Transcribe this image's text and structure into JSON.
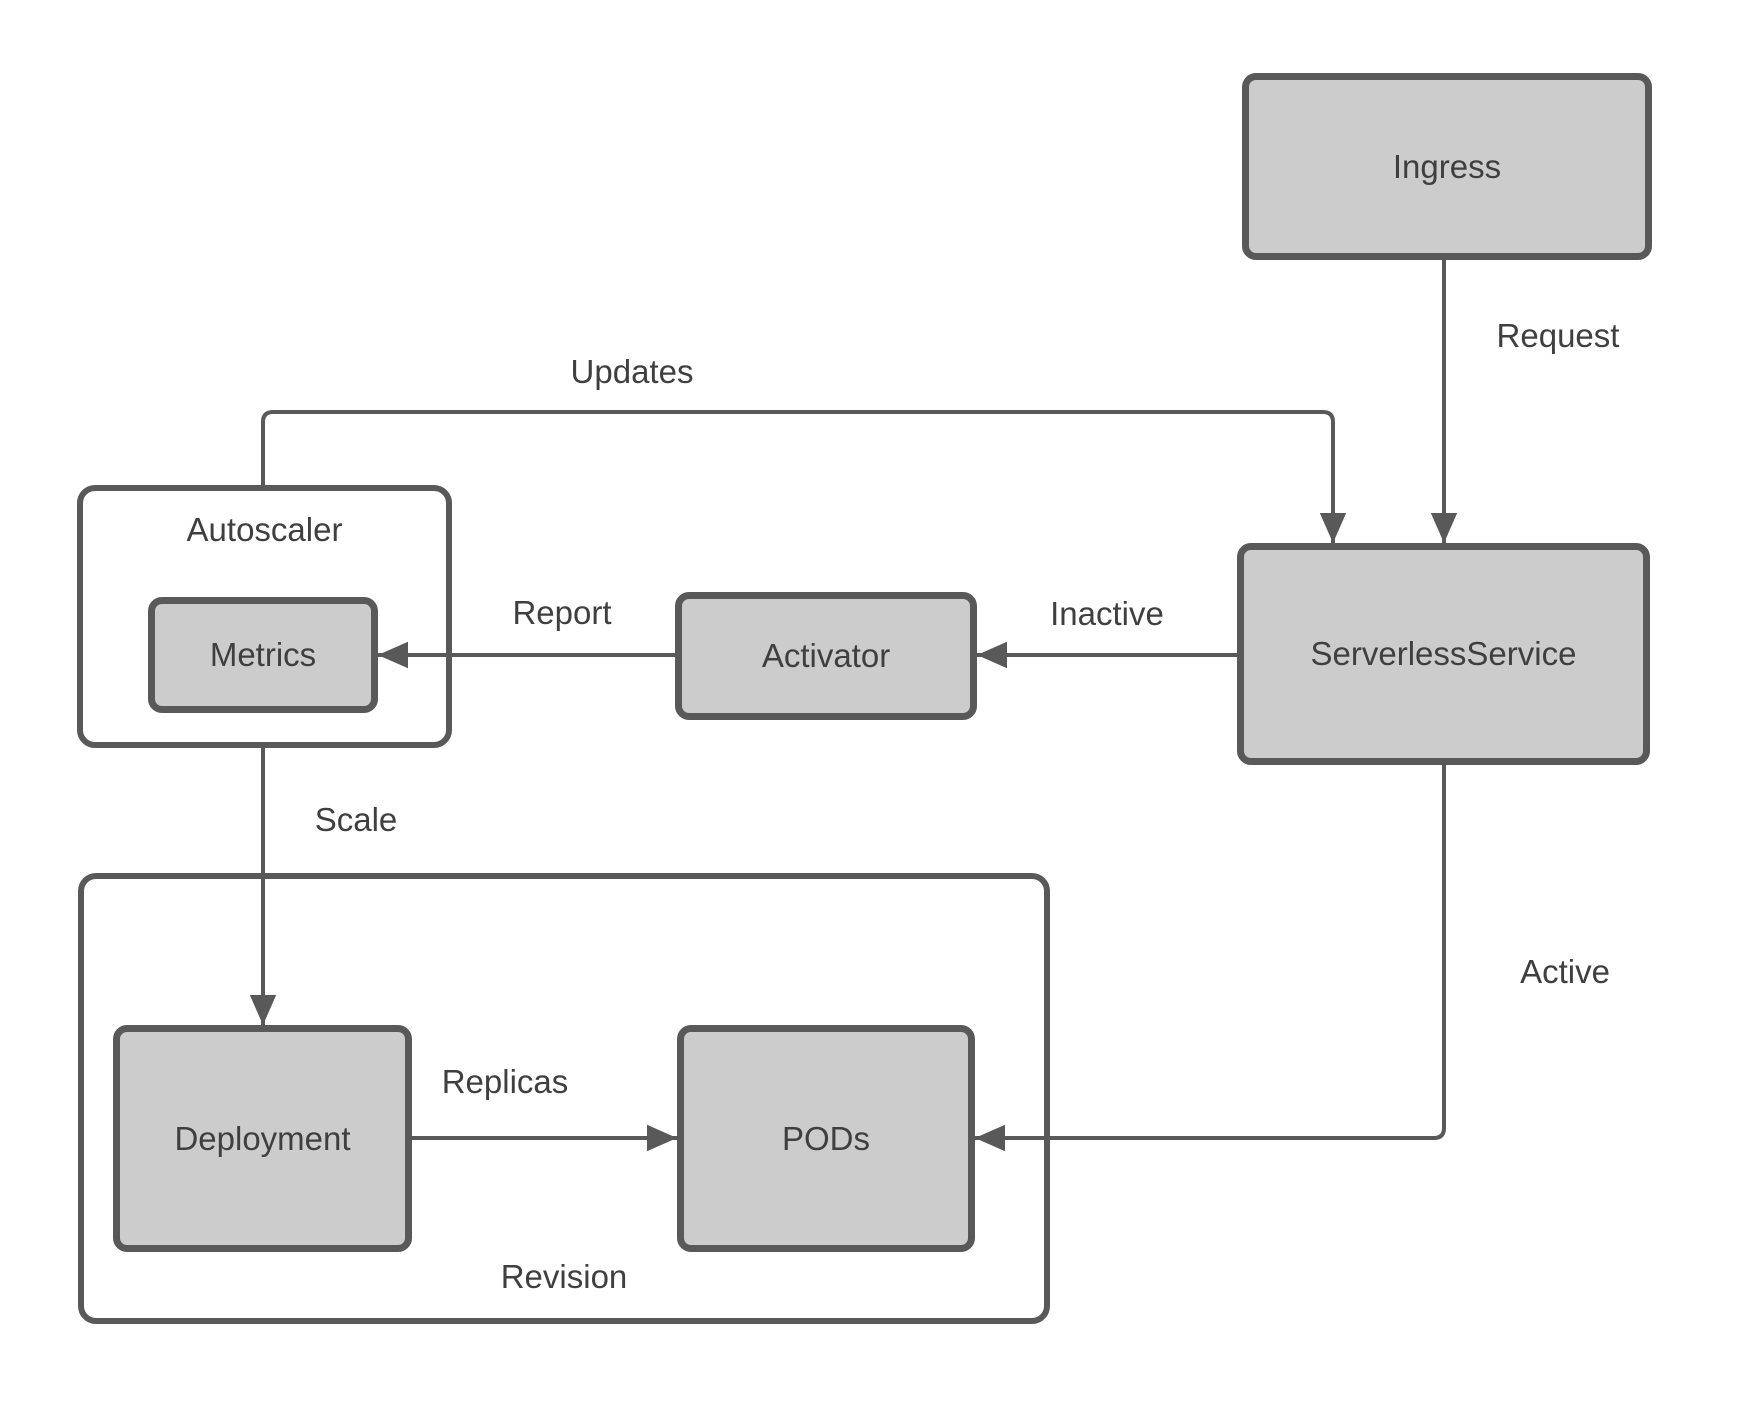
{
  "diagram": {
    "nodes": {
      "ingress": {
        "label": "Ingress"
      },
      "serverless_service": {
        "label": "ServerlessService"
      },
      "activator": {
        "label": "Activator"
      },
      "metrics": {
        "label": "Metrics"
      },
      "deployment": {
        "label": "Deployment"
      },
      "pods": {
        "label": "PODs"
      }
    },
    "containers": {
      "autoscaler": {
        "label": "Autoscaler"
      },
      "revision": {
        "label": "Revision"
      }
    },
    "edges": {
      "request": {
        "label": "Request",
        "from": "Ingress",
        "to": "ServerlessService"
      },
      "updates": {
        "label": "Updates",
        "from": "Autoscaler",
        "to": "ServerlessService"
      },
      "inactive": {
        "label": "Inactive",
        "from": "ServerlessService",
        "to": "Activator"
      },
      "report": {
        "label": "Report",
        "from": "Activator",
        "to": "Metrics"
      },
      "scale": {
        "label": "Scale",
        "from": "Autoscaler",
        "to": "Deployment"
      },
      "replicas": {
        "label": "Replicas",
        "from": "Deployment",
        "to": "PODs"
      },
      "active": {
        "label": "Active",
        "from": "ServerlessService",
        "to": "PODs"
      }
    },
    "colors": {
      "node_fill": "#cccccc",
      "stroke": "#595959",
      "text": "#3f3f3f",
      "background": "#ffffff"
    }
  }
}
